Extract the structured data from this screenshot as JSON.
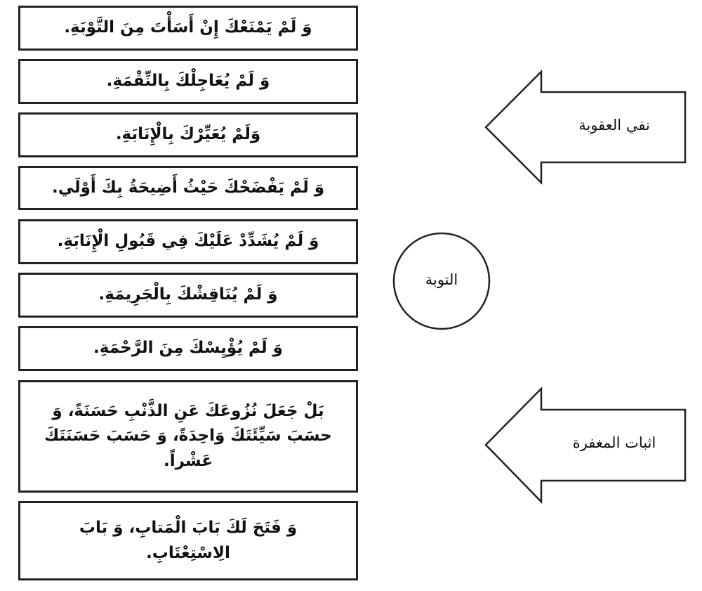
{
  "boxes": [
    "وَ لَمْ يَمْنَعْكَ إِنْ أَسَأْتَ مِنَ التَّوْبَةِ.",
    "وَ لَمْ يُعَاجِلْكَ بِالنِّقْمَةِ.",
    "وَلَمْ يُعَيِّرْكَ بِالْإِنَابَةِ.",
    "وَ لَمْ يَفْضَحْكَ حَيْثُ أَضِيحَةُ بِكَ أَوْلَي.",
    "وَ لَمْ يُشَدِّدْ عَلَيْكَ فِي قَبُولِ الْإِنَابَةِ.",
    "وَ لَمْ يُنَاقِشْكَ بِالْجَرِيمَةِ.",
    "وَ لَمْ يُؤْيِسْكَ مِنَ الرَّحْمَةِ.",
    "بَلْ جَعَلَ نُزُوعَكَ عَنِ الذَّنْبِ حَسَنَةً، وَ حسَبَ سَيِّئَتَكَ وَاحِدَةً، وَ حَسَبَ حَسَنَتَكَ عَشْراً.",
    "وَ فَتَحَ لَكَ بَابَ الْمَتابِ، وَ بَابَ الِاسْتِعْتَابِ."
  ],
  "center_circle": "التوبة",
  "arrow_top": "نفي العقوبة",
  "arrow_bottom": "اثبات المغفرة"
}
